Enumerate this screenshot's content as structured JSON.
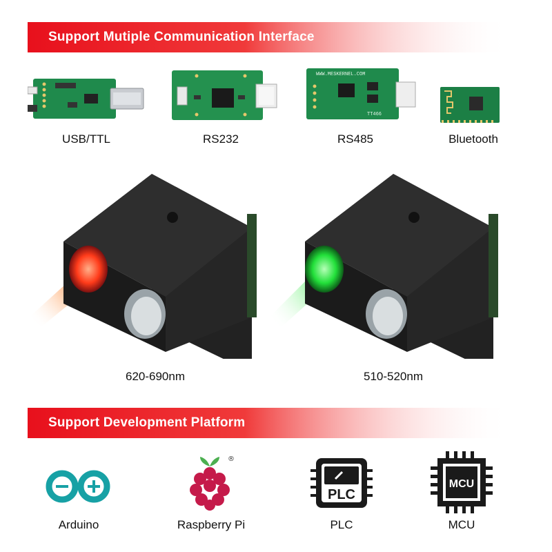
{
  "interfaces_banner": {
    "title": "Support Mutiple Communication Interface"
  },
  "interfaces": [
    {
      "label": "USB/TTL"
    },
    {
      "label": "RS232"
    },
    {
      "label": "RS485",
      "board_text": "WWW.MESKERNEL.COM",
      "chip_text": "TT466"
    },
    {
      "label": "Bluetooth"
    }
  ],
  "modules": [
    {
      "label": "620-690nm",
      "laser_color": "#ff3b1a"
    },
    {
      "label": "510-520nm",
      "laser_color": "#22e03a"
    }
  ],
  "platforms_banner": {
    "title": "Support Development Platform"
  },
  "platforms": [
    {
      "label": "Arduino",
      "icon": "arduino-logo-icon",
      "color": "#17a1a5"
    },
    {
      "label": "Raspberry Pi",
      "icon": "raspberry-pi-logo-icon",
      "color": "#c51a4a",
      "mark": "®"
    },
    {
      "label": "PLC",
      "icon": "plc-chip-icon",
      "icon_text": "PLC"
    },
    {
      "label": "MCU",
      "icon": "mcu-chip-icon",
      "icon_text": "MCU"
    }
  ],
  "colors": {
    "accent": "#e8101c",
    "pcb_green": "#1f8a4c"
  }
}
